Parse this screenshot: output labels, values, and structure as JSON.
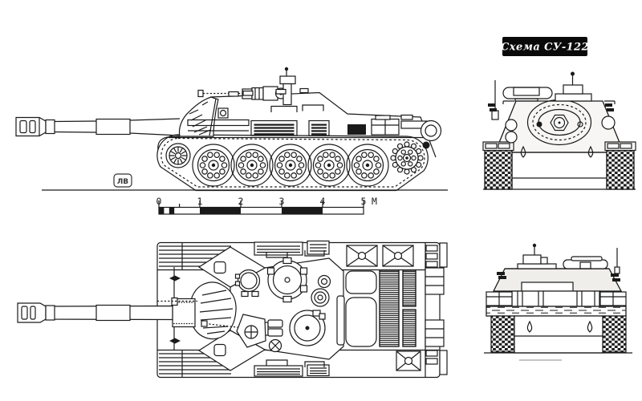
{
  "colors": {
    "ink": "#1a1a1a",
    "paper": "#ffffff",
    "plate_bg": "#0a0a0a",
    "plate_fg": "#ffffff"
  },
  "title_plate": {
    "text": "Схема СУ-122"
  },
  "signature_mark": {
    "text": "ЛВ"
  },
  "scale_bar": {
    "tick_labels": [
      "0",
      "1",
      "2",
      "3",
      "4",
      "5"
    ],
    "unit": "М"
  }
}
